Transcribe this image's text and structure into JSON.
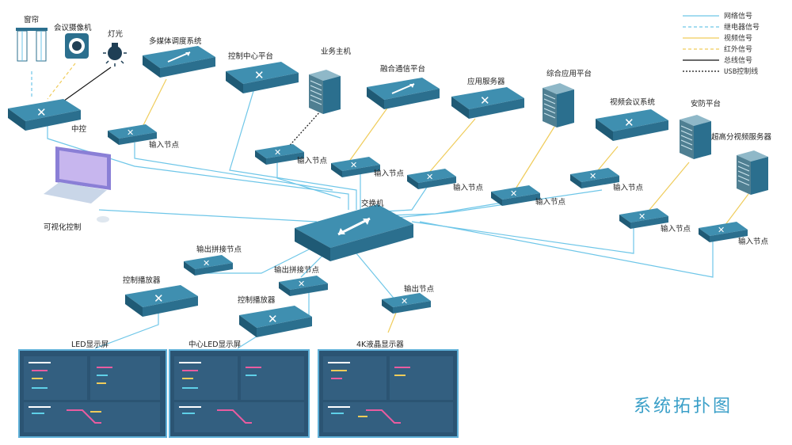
{
  "title": "系统拓扑图",
  "legend": [
    {
      "label": "网络信号",
      "color": "#6ec6e8",
      "style": "solid"
    },
    {
      "label": "继电器信号",
      "color": "#6ec6e8",
      "style": "dashed"
    },
    {
      "label": "视频信号",
      "color": "#f0cc5a",
      "style": "solid"
    },
    {
      "label": "红外信号",
      "color": "#f0cc5a",
      "style": "dashed"
    },
    {
      "label": "总线信号",
      "color": "#111111",
      "style": "solid"
    },
    {
      "label": "USB控制线",
      "color": "#111111",
      "style": "dotted"
    }
  ],
  "labels": {
    "curtain": "窗帘",
    "camera": "会议摄像机",
    "light": "灯光",
    "central_control": "中控",
    "visual_control": "可视化控制",
    "multimedia": "多媒体调度系统",
    "control_center": "控制中心平台",
    "business_host": "业务主机",
    "fusion_comm": "融合通信平台",
    "app_server": "应用服务器",
    "integrated_app": "综合应用平台",
    "video_conf": "视频会议系统",
    "security": "安防平台",
    "uhd_server": "超高分视频服务器",
    "input_node": "输入节点",
    "switch": "交换机",
    "output_splice": "输出拼接节点",
    "control_player": "控制播放器",
    "output_node": "输出节点",
    "led_screen": "LED显示屏",
    "center_led": "中心LED显示屏",
    "lcd_4k": "4K液晶显示器"
  },
  "colors": {
    "device": "#2b6f8e",
    "device_top": "#3f8fb0",
    "network": "#6ec6e8",
    "video": "#f0cc5a",
    "screen_bg": "#2b5473",
    "screen_border": "#5fb0d8",
    "title": "#3a9fc8"
  }
}
